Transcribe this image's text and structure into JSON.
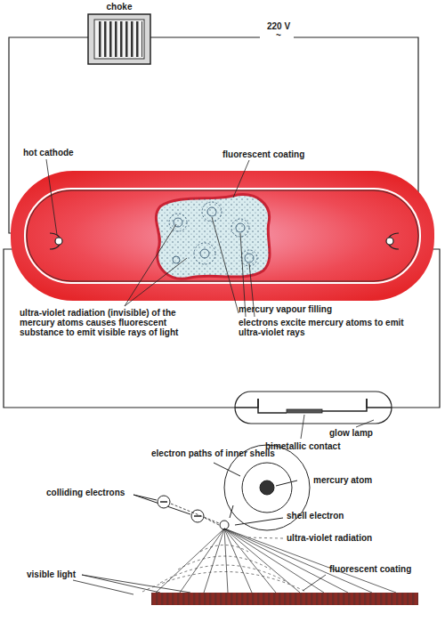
{
  "diagram": {
    "nodes": [
      {
        "text": [
          "choke"
        ]
      }
    ],
    "labels": [
      "220 V",
      "~",
      "hot cathode",
      "fluorescent coating",
      "ultra-violet radiation (invisible) of the mercury atoms causes fluorescent substance to emit visible rays of light",
      "mercury vapour filling",
      "electrons excite mercury atoms to emit ultra-violet rays",
      "glow lamp",
      "bimetallic contact",
      "electron paths of inner shells",
      "mercury atom",
      "colliding electrons",
      "shell electron",
      "ultra-violet radiation",
      "visible light",
      "fluorescent coating"
    ]
  }
}
